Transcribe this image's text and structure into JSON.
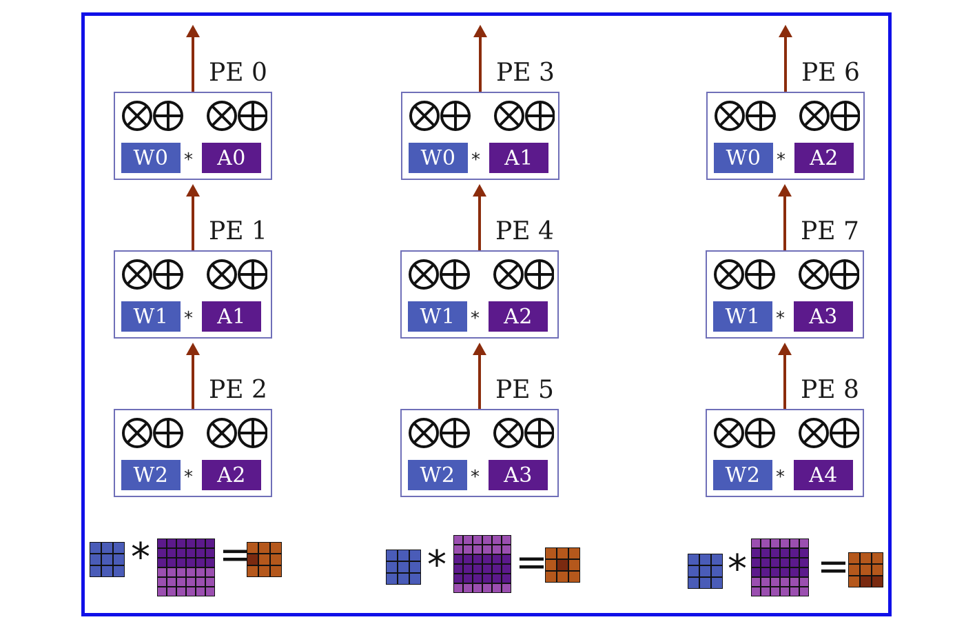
{
  "columns": [
    {
      "pes": [
        {
          "label": "PE 0",
          "w": "W0",
          "a": "A0",
          "star": "*"
        },
        {
          "label": "PE 1",
          "w": "W1",
          "a": "A1",
          "star": "*"
        },
        {
          "label": "PE 2",
          "w": "W2",
          "a": "A2",
          "star": "*"
        }
      ]
    },
    {
      "pes": [
        {
          "label": "PE 3",
          "w": "W0",
          "a": "A1",
          "star": "*"
        },
        {
          "label": "PE 4",
          "w": "W1",
          "a": "A2",
          "star": "*"
        },
        {
          "label": "PE 5",
          "w": "W2",
          "a": "A3",
          "star": "*"
        }
      ]
    },
    {
      "pes": [
        {
          "label": "PE 6",
          "w": "W0",
          "a": "A2",
          "star": "*"
        },
        {
          "label": "PE 7",
          "w": "W1",
          "a": "A3",
          "star": "*"
        },
        {
          "label": "PE 8",
          "w": "W2",
          "a": "A4",
          "star": "*"
        }
      ]
    }
  ],
  "equation": {
    "times": "*",
    "equals": "="
  },
  "colors": {
    "frame": "#1010e8",
    "weight": "#4a5cb8",
    "activation": "#5c1a8c",
    "activation_light": "#9b4fb0",
    "output": "#b5581c",
    "output_dark": "#7a2a10",
    "arrow": "#8b2c0c",
    "pe_border": "#6f6fb8"
  }
}
